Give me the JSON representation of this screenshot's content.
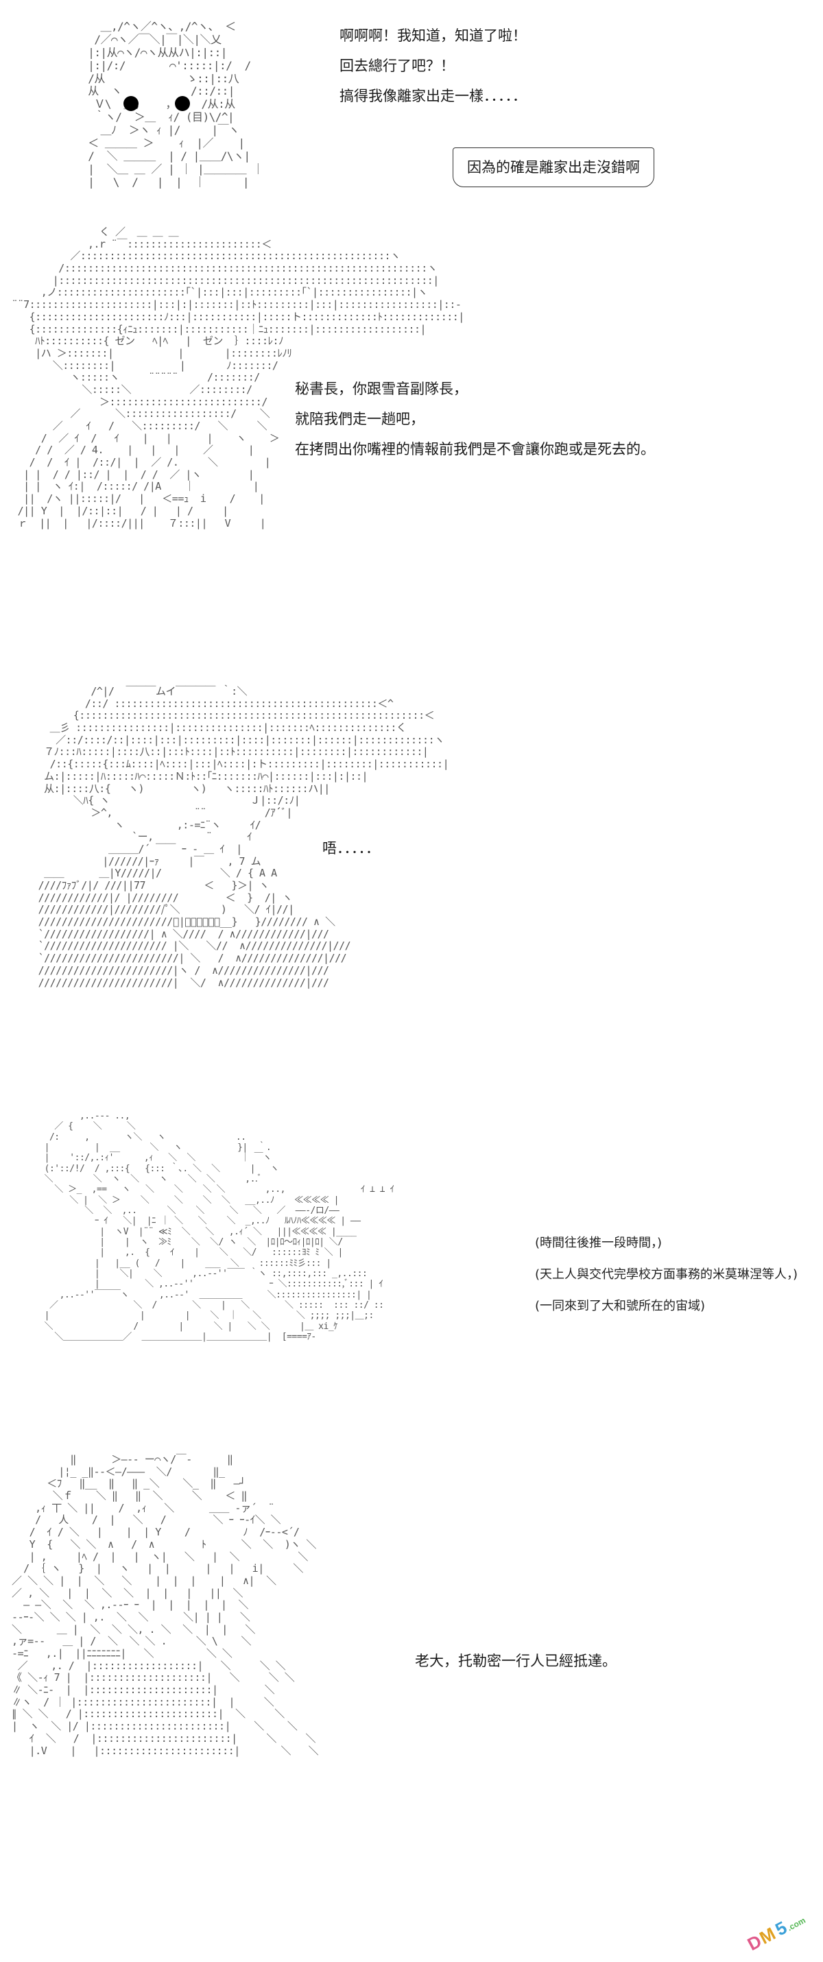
{
  "panels": [
    {
      "id": "panel-1",
      "dialogue": [
        "啊啊啊！我知道，知道了啦！",
        "回去總行了吧？！",
        "搞得我像離家出走一樣．．．．．"
      ],
      "bubble": "因為的確是離家出走沒錯啊"
    },
    {
      "id": "panel-2",
      "dialogue": [
        "秘書長，你跟雪音副隊長，",
        "就陪我們走一趟吧，",
        "在拷問出你嘴裡的情報前我們是不會讓你跑或是死去的。"
      ]
    },
    {
      "id": "panel-3",
      "dialogue": [
        "唔．．．．．"
      ]
    },
    {
      "id": "panel-4",
      "narration": [
        "(時間往後推一段時間，)",
        "(天上人與交代完學校方面事務的米莫琳涅等人，)",
        "(一同來到了大和號所在的宙域)"
      ]
    },
    {
      "id": "panel-5",
      "dialogue": [
        "老大，托勒密一行人已經抵達。"
      ]
    }
  ],
  "watermark": {
    "text": "DM5.com",
    "colors": [
      "#e05a8a",
      "#e0a020",
      "#3aa0d8",
      "#58b858"
    ]
  }
}
